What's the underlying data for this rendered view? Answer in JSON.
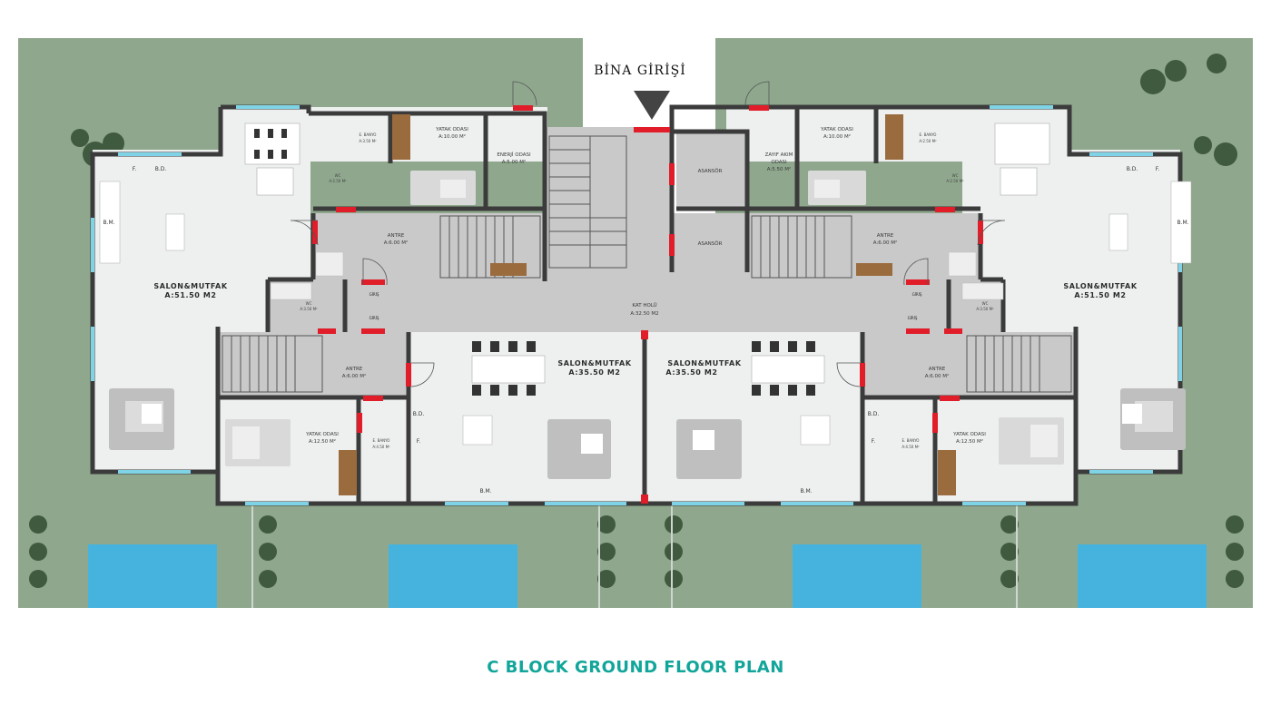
{
  "title": "C BLOCK GROUND FLOOR PLAN",
  "entrance_label": "BİNA GİRİŞİ",
  "colors": {
    "grass": "#8fa88d",
    "floor": "#eef0f0",
    "circulation": "#c9c9c9",
    "wall": "#3b3b3b",
    "window": "#7fd3e6",
    "door_accent": "#e11d2a",
    "pool": "#46b3df",
    "title": "#12a59a",
    "wood": "#9a6b3d"
  },
  "rooms": {
    "salon_left": {
      "name": "SALON&MUTFAK",
      "area": "A:51.50 M2"
    },
    "salon_right": {
      "name": "SALON&MUTFAK",
      "area": "A:51.50 M2"
    },
    "salon_center_left": {
      "name": "SALON&MUTFAK",
      "area": "A:35.50 M2"
    },
    "salon_center_right": {
      "name": "SALON&MUTFAK",
      "area": "A:35.50 M2"
    },
    "kat_holu": {
      "name": "KAT HOLÜ",
      "area": "A:32.50 M2"
    },
    "yatak_top_left": {
      "name": "YATAK ODASI",
      "area": "A:10.00 M²"
    },
    "yatak_top_right": {
      "name": "YATAK ODASI",
      "area": "A:10.00 M²"
    },
    "yatak_bottom_left": {
      "name": "YATAK ODASI",
      "area": "A:12.50 M²"
    },
    "yatak_bottom_right": {
      "name": "YATAK ODASI",
      "area": "A:12.50 M²"
    },
    "enerji": {
      "name": "ENERJİ ODASI",
      "area": "A:5.00 M²"
    },
    "zayif": {
      "name": "ZAYIF AKIM",
      "name2": "ODASI",
      "area": "A:5.50 M²"
    },
    "asansor_1": {
      "name": "ASANSÖR"
    },
    "asansor_2": {
      "name": "ASANSÖR"
    },
    "antre_tl": {
      "name": "ANTRE",
      "area": "A:6.00 M²"
    },
    "antre_tr": {
      "name": "ANTRE",
      "area": "A:6.00 M²"
    },
    "antre_bl": {
      "name": "ANTRE",
      "area": "A:6.00 M²"
    },
    "antre_br": {
      "name": "ANTRE",
      "area": "A:6.00 M²"
    },
    "ebanyo_tl": {
      "name": "E. BANYO",
      "area": "A:3.50 M²"
    },
    "ebanyo_tr": {
      "name": "E. BANYO",
      "area": "A:2.50 M²"
    },
    "ebanyo_bl": {
      "name": "E. BANYO",
      "area": "A:4.50 M²"
    },
    "ebanyo_br": {
      "name": "E. BANYO",
      "area": "A:4.50 M²"
    },
    "wc_tl": {
      "name": "WC",
      "area": "A:2.50 M²"
    },
    "wc_tr": {
      "name": "WC",
      "area": "A:2.50 M²"
    },
    "wc_ml": {
      "name": "WC",
      "area": "A:3.50 M²"
    },
    "wc_mr": {
      "name": "WC",
      "area": "A:3.50 M²"
    }
  },
  "fixtures": {
    "f": "F.",
    "bd": "B.D.",
    "bm": "B.M."
  },
  "giris": "GİRİŞ"
}
